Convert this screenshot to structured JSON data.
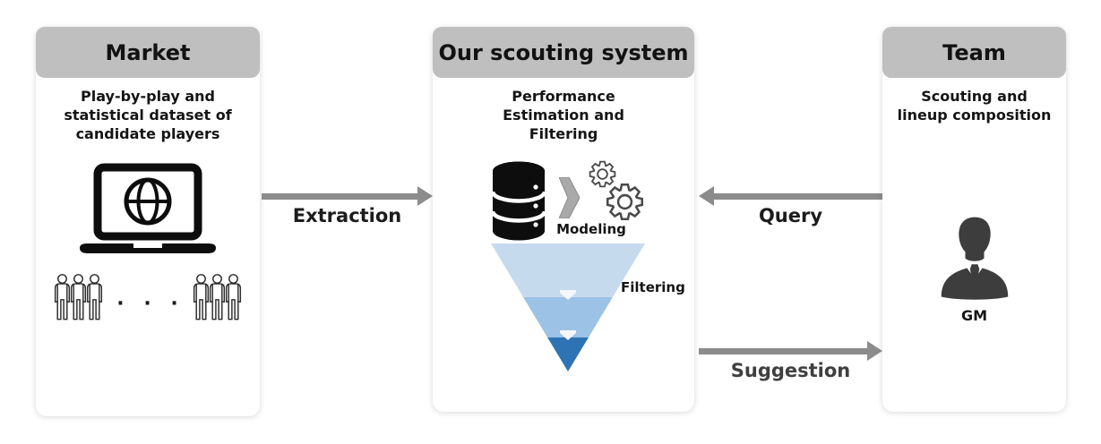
{
  "panels": {
    "market": {
      "title": "Market",
      "description": "Play-by-play and statistical dataset of candidate players",
      "ellipsis": "· · ·"
    },
    "system": {
      "title": "Our scouting system",
      "description": "Performance Estimation and Filtering",
      "modeling_label": "Modeling",
      "filtering_label": "Filtering"
    },
    "team": {
      "title": "Team",
      "description": "Scouting and lineup composition",
      "gm_label": "GM"
    }
  },
  "arrows": {
    "extraction": {
      "label": "Extraction",
      "direction": "right"
    },
    "query": {
      "label": "Query",
      "direction": "left"
    },
    "suggestion": {
      "label": "Suggestion",
      "direction": "right"
    }
  },
  "colors": {
    "header_bg": "#bfbfbf",
    "arrow_gray": "#8c8c8c",
    "funnel_top": "#c6daee",
    "funnel_middle": "#9cc2e5",
    "funnel_bottom": "#2e74b5",
    "silhouette": "#3d3d3d"
  }
}
